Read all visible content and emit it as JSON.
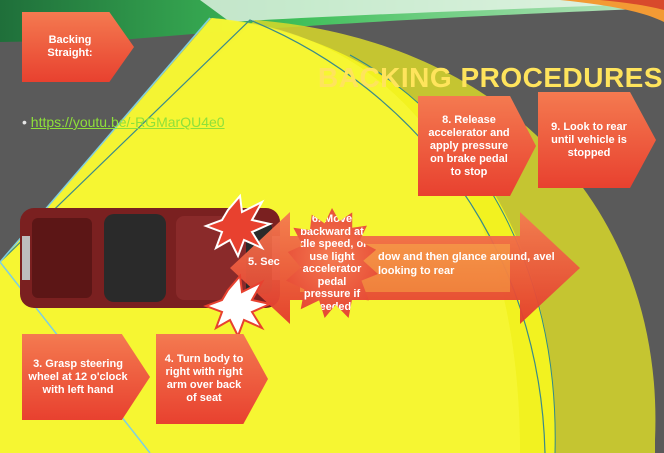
{
  "slide": {
    "title": "BACKING PROCEDURES",
    "link_bullet": "•",
    "link_text": "https://youtu.be/-RGMarQU4e0"
  },
  "steps": {
    "backing_straight": "Backing Straight:",
    "step3": "3. Grasp steering wheel at 12 o'clock with left hand",
    "step4": "4. Turn body to right with right arm over back of seat",
    "step5_left": "5. Sec",
    "step5_right": "dow and then glance around, avel looking to rear",
    "step6": "6. Move backward at idle speed, or use light accelerator pedal pressure if needed",
    "step8": "8. Release accelerator and apply pressure on brake pedal to stop",
    "step9": "9. Look to rear until vehicle is stopped"
  },
  "colors": {
    "background": "#5a5a5a",
    "ribbon_green": "#3fbf5a",
    "cone_yellow": "#ffff00",
    "shape_red": "#e8412f",
    "shape_orange": "#f47a50",
    "title_yellow": "#ffe45c",
    "link_green": "#8ee03a",
    "car_color": "#7a2020"
  },
  "icons": {
    "car": "car-top-view-icon",
    "explosion": "explosion-burst-icon",
    "arrow": "double-arrow-icon"
  }
}
